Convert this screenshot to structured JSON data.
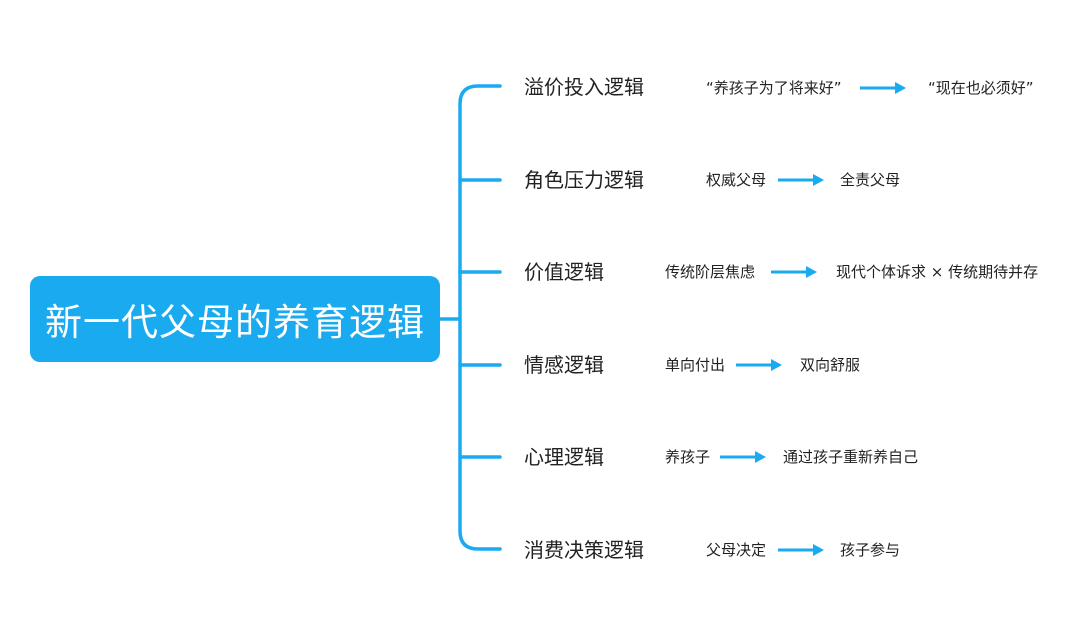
{
  "colors": {
    "accent": "#1aaaf0",
    "root_text": "#ffffff",
    "text": "#222222"
  },
  "root": {
    "label": "新一代父母的养育逻辑"
  },
  "branches": [
    {
      "label": "溢价投入逻辑",
      "from": "“养孩子为了将来好”",
      "to": "“现在也必须好”"
    },
    {
      "label": "角色压力逻辑",
      "from": "权威父母",
      "to": "全责父母"
    },
    {
      "label": "价值逻辑",
      "from": "传统阶层焦虑",
      "to": "现代个体诉求 × 传统期待并存"
    },
    {
      "label": "情感逻辑",
      "from": "单向付出",
      "to": "双向舒服"
    },
    {
      "label": "心理逻辑",
      "from": "养孩子",
      "to": "通过孩子重新养自己"
    },
    {
      "label": "消费决策逻辑",
      "from": "父母决定",
      "to": "孩子参与"
    }
  ]
}
